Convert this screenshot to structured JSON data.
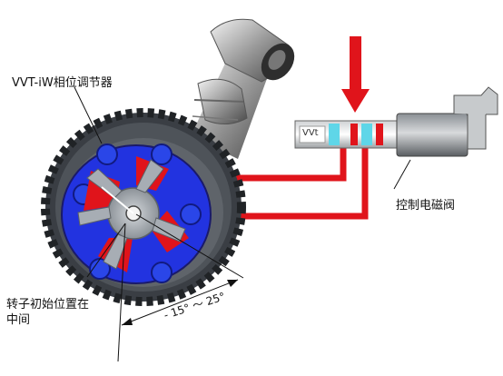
{
  "labels": {
    "actuator": "VVT-iW相位调节器",
    "rotor_line1": "转子初始位置在",
    "rotor_line2": "中间",
    "valve": "控制电磁阀",
    "angle_range": "- 15° ～ 25°"
  },
  "valve_housing_text": "VVt",
  "colors": {
    "oil_red": "#e0141b",
    "oil_blue": "#2233e0",
    "rotor_gray": "#a7adb4",
    "gear_dark": "#3a3e44",
    "seal_cyan": "#5fd6e8"
  },
  "icons": [
    "down-arrow-icon",
    "camshaft-icon",
    "gear-icon",
    "solenoid-icon"
  ]
}
